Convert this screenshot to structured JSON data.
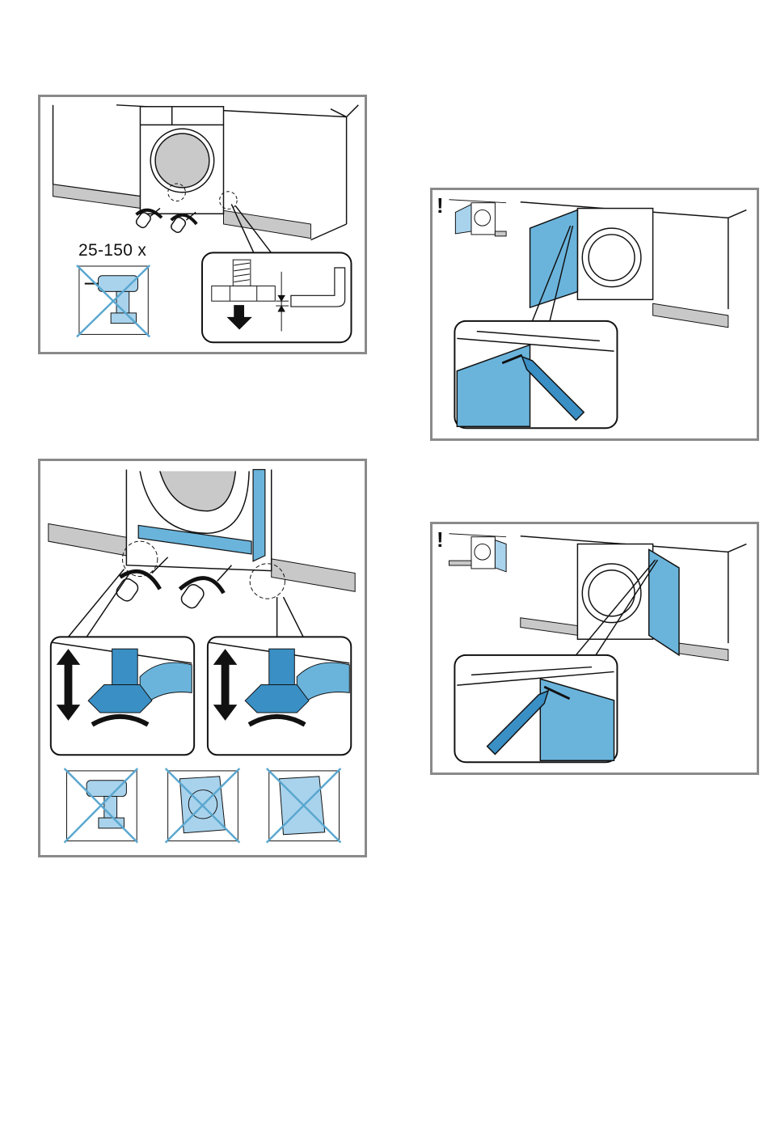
{
  "page": {
    "type": "installation-manual-page",
    "colors": {
      "accent_blue": "#6ab4dc",
      "dark_blue": "#3a8fc4",
      "light_blue": "#a9d3ec",
      "plinth_gray": "#c8c8c8",
      "drum_gray": "#c9c9c9",
      "frame_gray": "#8a8a8a",
      "line": "#111111"
    }
  },
  "figures": [
    {
      "id": "fig-adjust-feet-front",
      "labels": {
        "turn_count": "25-150 x"
      },
      "icons": [
        "washer-under-counter",
        "screwdriver-turn-clockwise",
        "screwdriver-turn-counterclockwise",
        "magnifier-callout-foot",
        "down-arrow",
        "l-shaped-key",
        "no-power-drill"
      ],
      "prohibited": [
        "power-drill"
      ]
    },
    {
      "id": "fig-level-and-wrench",
      "icons": [
        "spirit-level-horizontal",
        "spirit-level-vertical",
        "screwdriver-turn-clockwise",
        "screwdriver-turn-counterclockwise",
        "wrench-on-foot-left",
        "wrench-on-foot-right",
        "up-down-arrow",
        "rotate-arrow"
      ],
      "prohibited": [
        "power-drill",
        "tilted-washer-front",
        "tilted-washer-side"
      ]
    },
    {
      "id": "fig-mark-door-left-hinge",
      "labels": {
        "warning": "!"
      },
      "icons": [
        "thumbnail-door-left",
        "washer-open-door-left",
        "callout-pencil-mark"
      ]
    },
    {
      "id": "fig-mark-door-right-hinge",
      "labels": {
        "warning": "!"
      },
      "icons": [
        "thumbnail-door-right",
        "washer-open-door-right",
        "callout-pencil-mark"
      ]
    }
  ]
}
